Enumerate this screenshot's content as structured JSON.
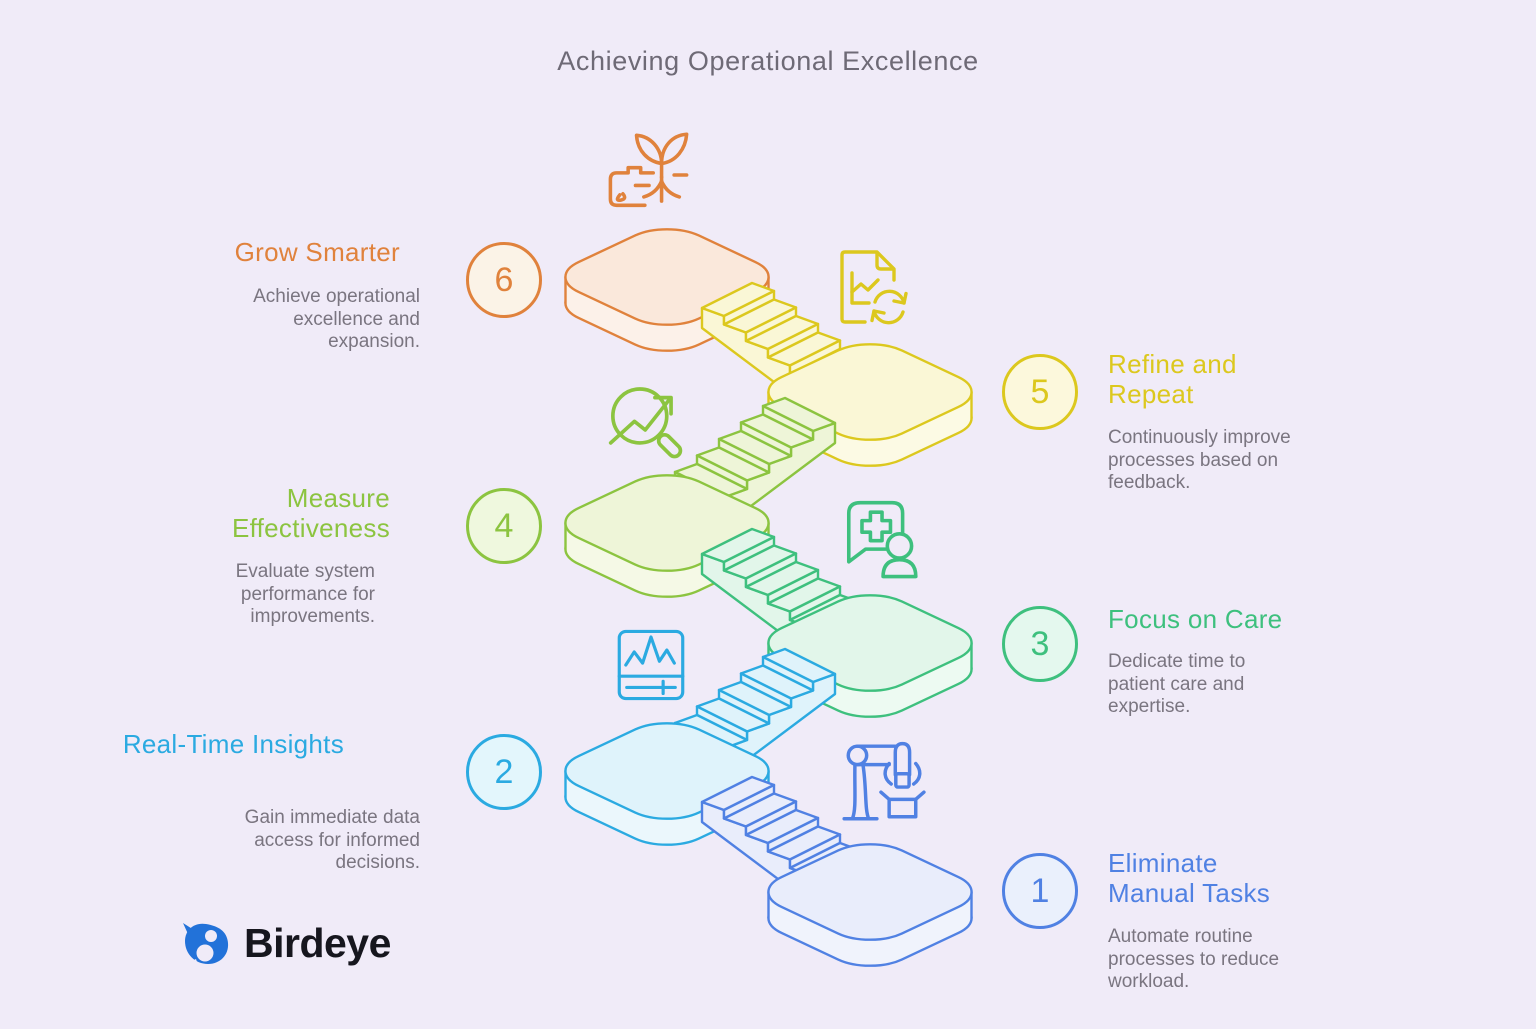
{
  "header": {
    "title": "Achieving Operational Excellence"
  },
  "brand": {
    "name": "Birdeye",
    "logo_color": "#2272D9",
    "text_color": "#16161E"
  },
  "background_color": "#F0EBF8",
  "steps": [
    {
      "number": "1",
      "title": "Eliminate Manual Tasks",
      "description": "Automate routine processes to reduce workload.",
      "color": "#5081E3",
      "fill": "#E9EDFB",
      "side_fill": "#F0F3FC",
      "badge_fill": "#EAF0FC",
      "icon": "robot-arm-icon"
    },
    {
      "number": "2",
      "title": "Real-Time Insights",
      "description": "Gain immediate data access for informed decisions.",
      "color": "#2BAAE1",
      "fill": "#DFF3FB",
      "side_fill": "#EBF7FC",
      "badge_fill": "#E3F6FC",
      "icon": "monitor-waveform-icon"
    },
    {
      "number": "3",
      "title": "Focus on Care",
      "description": "Dedicate time to patient care and expertise.",
      "color": "#3EC07E",
      "fill": "#E2F6EA",
      "side_fill": "#EDFAF2",
      "badge_fill": "#E4F8EE",
      "icon": "medical-chat-icon"
    },
    {
      "number": "4",
      "title": "Measure Effectiveness",
      "description": "Evaluate system performance for improvements.",
      "color": "#8CC440",
      "fill": "#EEF5D8",
      "side_fill": "#F5F9E6",
      "badge_fill": "#EFF8DE",
      "icon": "magnifier-trend-icon"
    },
    {
      "number": "5",
      "title": "Refine and Repeat",
      "description": "Continuously improve processes based on feedback.",
      "color": "#DCC81E",
      "fill": "#FAF7D6",
      "side_fill": "#FCFAE4",
      "badge_fill": "#FCF8DC",
      "icon": "document-refresh-icon"
    },
    {
      "number": "6",
      "title": "Grow Smarter",
      "description": "Achieve operational excellence and expansion.",
      "color": "#E0823C",
      "fill": "#FAE8DB",
      "side_fill": "#FCF1E9",
      "badge_fill": "#FBF3E7",
      "icon": "sprout-icon"
    }
  ]
}
